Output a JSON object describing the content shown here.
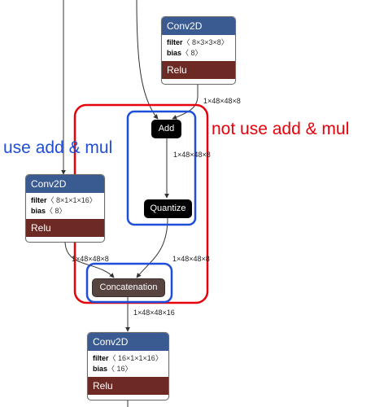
{
  "nodes": {
    "conv_top": {
      "title": "Conv2D",
      "filter_label": "filter",
      "filter_value": "〈 8×3×3×8〉",
      "bias_label": "bias",
      "bias_value": "〈 8〉",
      "activation": "Relu"
    },
    "conv_left": {
      "title": "Conv2D",
      "filter_label": "filter",
      "filter_value": "〈 8×1×1×16〉",
      "bias_label": "bias",
      "bias_value": "〈 8〉",
      "activation": "Relu"
    },
    "conv_bottom": {
      "title": "Conv2D",
      "filter_label": "filter",
      "filter_value": "〈 16×1×1×16〉",
      "bias_label": "bias",
      "bias_value": "〈 16〉",
      "activation": "Relu"
    },
    "add": {
      "label": "Add"
    },
    "quantize": {
      "label": "Quantize"
    },
    "concat": {
      "label": "Concatenation"
    }
  },
  "edges": {
    "e1": "1×48×48×8",
    "e2": "1×48×48×8",
    "e3": "1×48×48×8",
    "e4": "1×48×48×8",
    "e5": "1×48×48×16"
  },
  "annotations": {
    "use": "use add & mul",
    "not_use": "not use add & mul"
  },
  "colors": {
    "blue": "#1f4ed8",
    "red": "#e8000a"
  }
}
